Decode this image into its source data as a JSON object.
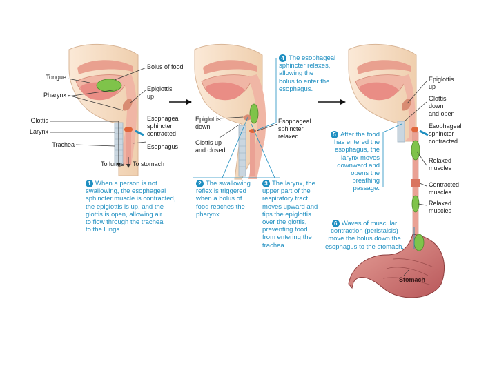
{
  "panel1": {
    "labels": {
      "tongue": "Tongue",
      "bolus": "Bolus of food",
      "pharynx": "Pharynx",
      "epiglottis_up": "Epiglottis\nup",
      "glottis": "Glottis",
      "larynx": "Larynx",
      "sphincter_contracted": "Esophageal\nsphincter\ncontracted",
      "trachea": "Trachea",
      "esophagus": "Esophagus",
      "to_lungs": "To lungs",
      "to_stomach": "To stomach"
    },
    "step": {
      "number": "1",
      "text": "When a person is not\nswallowing, the esophageal\nsphincter muscle is contracted,\nthe epiglottis is up, and the\nglottis is open, allowing air\nto flow through the trachea\nto the lungs."
    }
  },
  "panel2": {
    "labels": {
      "epiglottis_down": "Epiglottis\ndown",
      "glottis_up_closed": "Glottis up\nand closed",
      "sphincter_relaxed": "Esophageal\nsphincter\nrelaxed"
    },
    "step2": {
      "number": "2",
      "text": "The swallowing\nreflex is triggered\nwhen a bolus of\nfood reaches the\npharynx."
    },
    "step3": {
      "number": "3",
      "text": "The larynx, the\nupper part of the\nrespiratory tract,\nmoves upward and\ntips the epiglottis\nover the glottis,\npreventing food\nfrom entering the\ntrachea."
    },
    "step4": {
      "number": "4",
      "text": "The esophageal\nsphincter relaxes,\nallowing the\nbolus to enter the\nesophagus."
    }
  },
  "panel3": {
    "labels": {
      "epiglottis_up": "Epiglottis\nup",
      "glottis_down_open": "Glottis\ndown\nand open",
      "sphincter_contracted": "Esophageal\nsphincter\ncontracted",
      "relaxed_muscles_1": "Relaxed\nmuscles",
      "contracted_muscles": "Contracted\nmuscles",
      "relaxed_muscles_2": "Relaxed\nmuscles",
      "stomach": "Stomach"
    },
    "step5": {
      "number": "5",
      "text": "After the food\nhas entered the\nesophagus, the\nlarynx moves\ndownward and\nopens the\nbreathing\npassage."
    },
    "step6": {
      "number": "6",
      "text": "Waves of muscular\ncontraction (peristalsis)\nmove the bolus down the\nesophagus to the stomach."
    }
  },
  "colors": {
    "skin": "#f3d9bf",
    "flesh": "#e9a08f",
    "bolus": "#7fc34a",
    "sphincter": "#e0663c",
    "trachea": "#c9d6e0",
    "callout": "#1f8fc1",
    "stomach": "#c86a6a"
  }
}
